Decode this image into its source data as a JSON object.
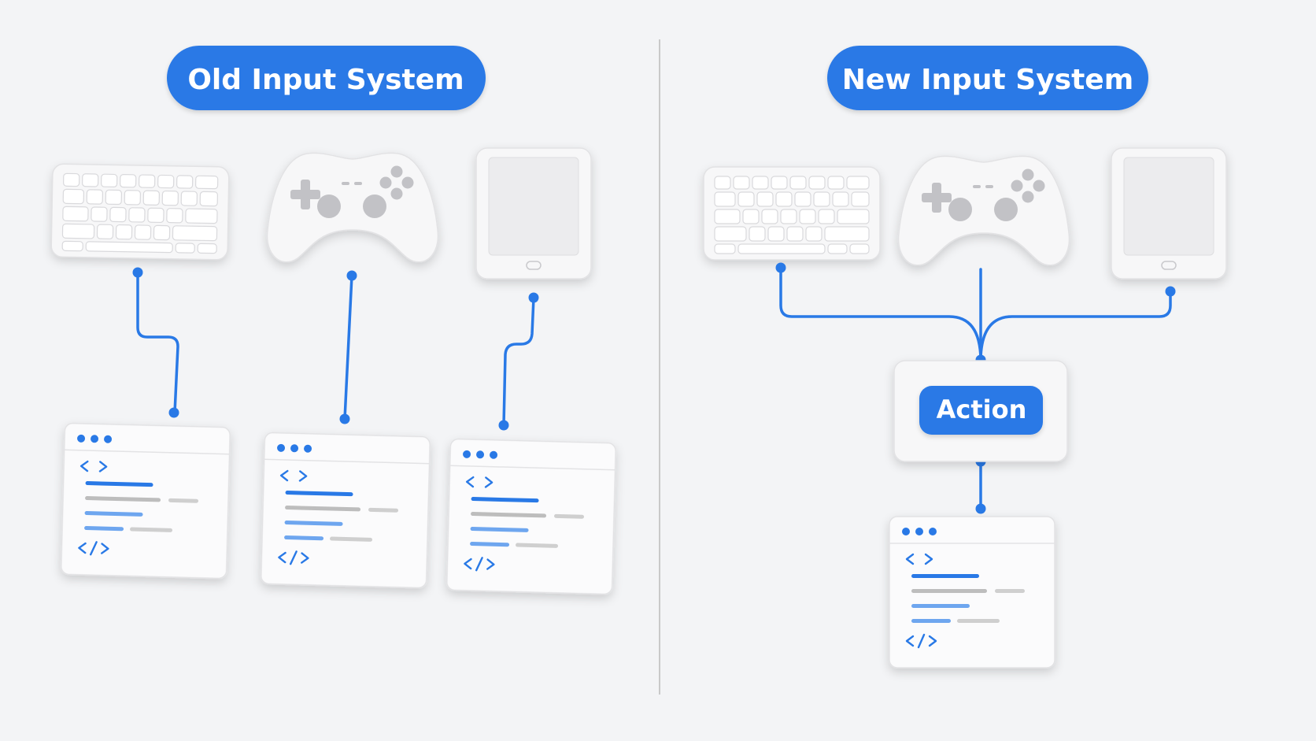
{
  "panels": {
    "old": {
      "title": "Old Input System"
    },
    "new": {
      "title": "New Input System",
      "action_label": "Action"
    }
  },
  "devices": [
    {
      "id": "keyboard",
      "icon": "keyboard-icon"
    },
    {
      "id": "gamepad",
      "icon": "gamepad-icon"
    },
    {
      "id": "tablet",
      "icon": "tablet-icon"
    }
  ],
  "code_window": {
    "icon": "code-window-icon",
    "open_tag": "< >",
    "close_tag": "</>"
  },
  "colors": {
    "accent": "#2979e6",
    "device_fill": "#f7f7f8",
    "device_key": "#ffffff",
    "card_fill": "#fbfbfc",
    "background": "#f3f4f6",
    "divider": "#c9c9c9",
    "gray_line": "#bdbdbd"
  }
}
